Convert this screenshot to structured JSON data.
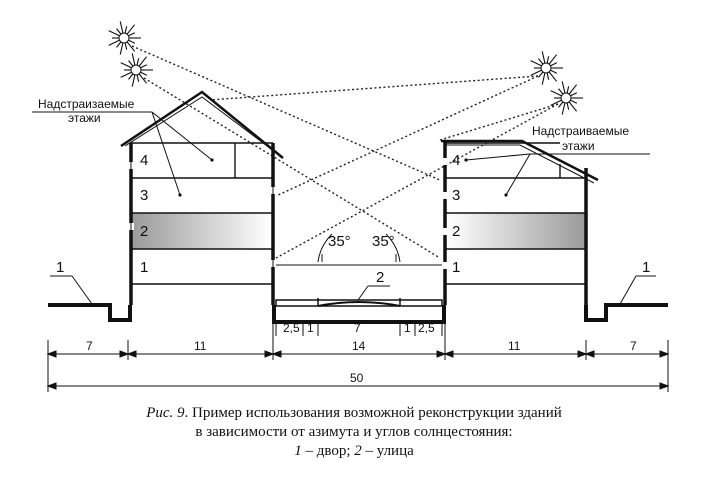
{
  "diagram": {
    "left_label": {
      "line1": "Надстраизаемые",
      "line2": "этажи"
    },
    "right_label": {
      "line1": "Надстраиваемые",
      "line2": "этажи"
    },
    "left_floors": [
      "4",
      "3",
      "2",
      "1"
    ],
    "right_floors": [
      "4",
      "3",
      "2",
      "1"
    ],
    "marker_1": "1",
    "marker_2": "2",
    "angle_left": "35°",
    "angle_right": "35°",
    "dims": {
      "left_street": "7",
      "left_building": "11",
      "court": "14",
      "right_building": "11",
      "right_street": "7",
      "total": "50",
      "court_parts": [
        "2,5",
        "1",
        "7",
        "1",
        "2,5"
      ]
    }
  },
  "caption": {
    "fig": "Рис. 9",
    "line1_rest": ". Пример использования возможной реконструкции зданий",
    "line2": "в зависимости от азимута и углов солнцестояния:",
    "legend_1_num": "1",
    "legend_1_text": " – двор; ",
    "legend_2_num": "2",
    "legend_2_text": " – улица"
  }
}
